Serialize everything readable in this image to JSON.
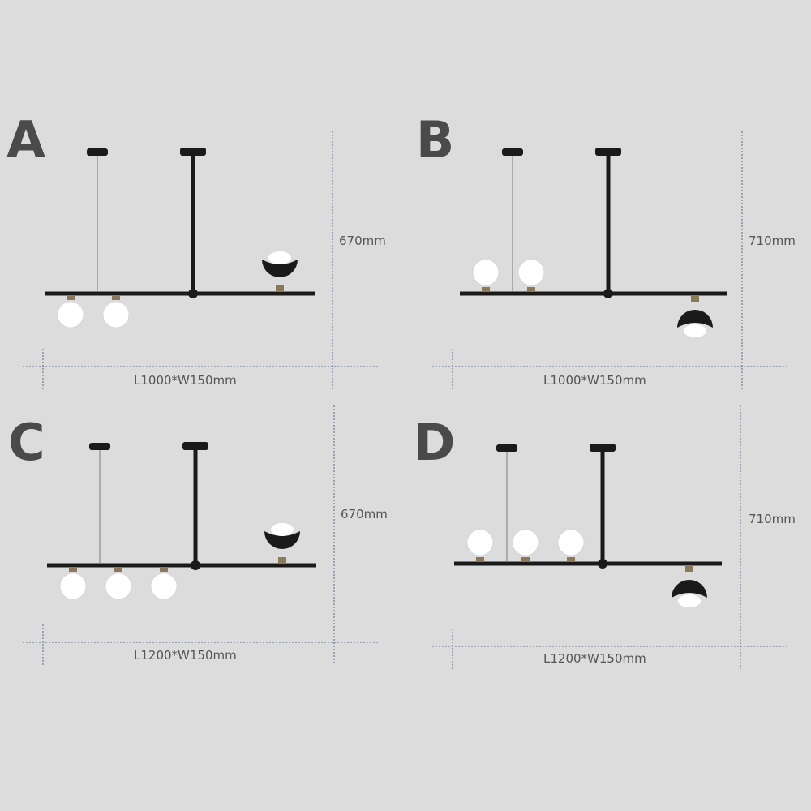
{
  "colors": {
    "background": "#dcdcdc",
    "fixture": "#1a1a1a",
    "brass": "#8a7a5a",
    "globe": "#ffffff",
    "dimension_line": "#5a6a8a"
  },
  "variants": [
    {
      "id": "A",
      "letter": "A",
      "height_label": "670mm",
      "size_label": "L1000*W150mm",
      "globe_count": 2,
      "globe_side": "below",
      "accent_shade": "above"
    },
    {
      "id": "B",
      "letter": "B",
      "height_label": "710mm",
      "size_label": "L1000*W150mm",
      "globe_count": 2,
      "globe_side": "above",
      "accent_shade": "below"
    },
    {
      "id": "C",
      "letter": "C",
      "height_label": "670mm",
      "size_label": "L1200*W150mm",
      "globe_count": 3,
      "globe_side": "below",
      "accent_shade": "above"
    },
    {
      "id": "D",
      "letter": "D",
      "height_label": "710mm",
      "size_label": "L1200*W150mm",
      "globe_count": 3,
      "globe_side": "above",
      "accent_shade": "below"
    }
  ]
}
